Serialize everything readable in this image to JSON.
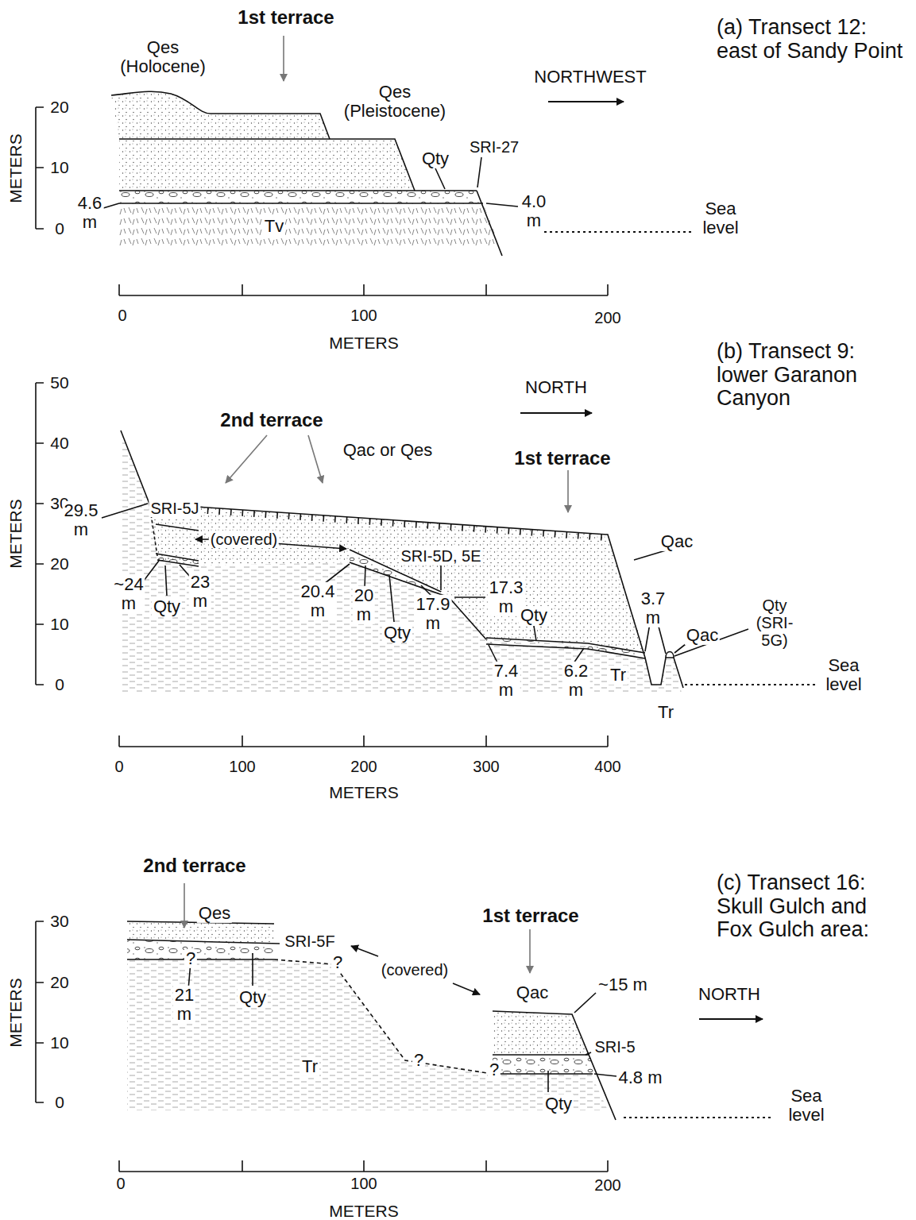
{
  "diagram": {
    "labels": [
      "(a) Transect 12: east of Sandy Point",
      "1st terrace",
      "Qes (Holocene)",
      "Qes (Pleistocene)",
      "NORTHWEST",
      "METERS",
      "20",
      "10",
      "0",
      "Qty",
      "SRI-27",
      "4.6 m",
      "4.0 m",
      "Sea level",
      "Tv",
      "0",
      "100",
      "200",
      "METERS",
      "(b) Transect 9: lower Garanon Canyon",
      "2nd terrace",
      "1st terrace",
      "NORTH",
      "METERS",
      "50",
      "40",
      "30",
      "20",
      "10",
      "0",
      "SRI-5J",
      "29.5 m",
      "~24 m",
      "23 m",
      "Qty",
      "(covered)",
      "Qac or Qes",
      "20.4 m",
      "20 m",
      "Qty",
      "SRI-5D, 5E",
      "17.3 m",
      "17.9 m",
      "Qty",
      "Qac",
      "7.4 m",
      "6.2 m",
      "Tr",
      "3.7 m",
      "Qac",
      "Qty (SRI-5G)",
      "Sea level",
      "Tr",
      "0",
      "100",
      "200",
      "300",
      "400",
      "METERS",
      "(c) Transect 16: Skull Gulch and Fox Gulch area:",
      "2nd terrace",
      "Qes",
      "SRI-5F",
      "(covered)",
      "1st terrace",
      "?",
      "?",
      "21 m",
      "Qty",
      "Qac",
      "~15 m",
      "NORTH",
      "METERS",
      "30",
      "20",
      "10",
      "0",
      "?",
      "?",
      "Tr",
      "SRI-5",
      "4.8 m",
      "Qty",
      "Sea level",
      "0",
      "100",
      "200",
      "METERS"
    ]
  }
}
